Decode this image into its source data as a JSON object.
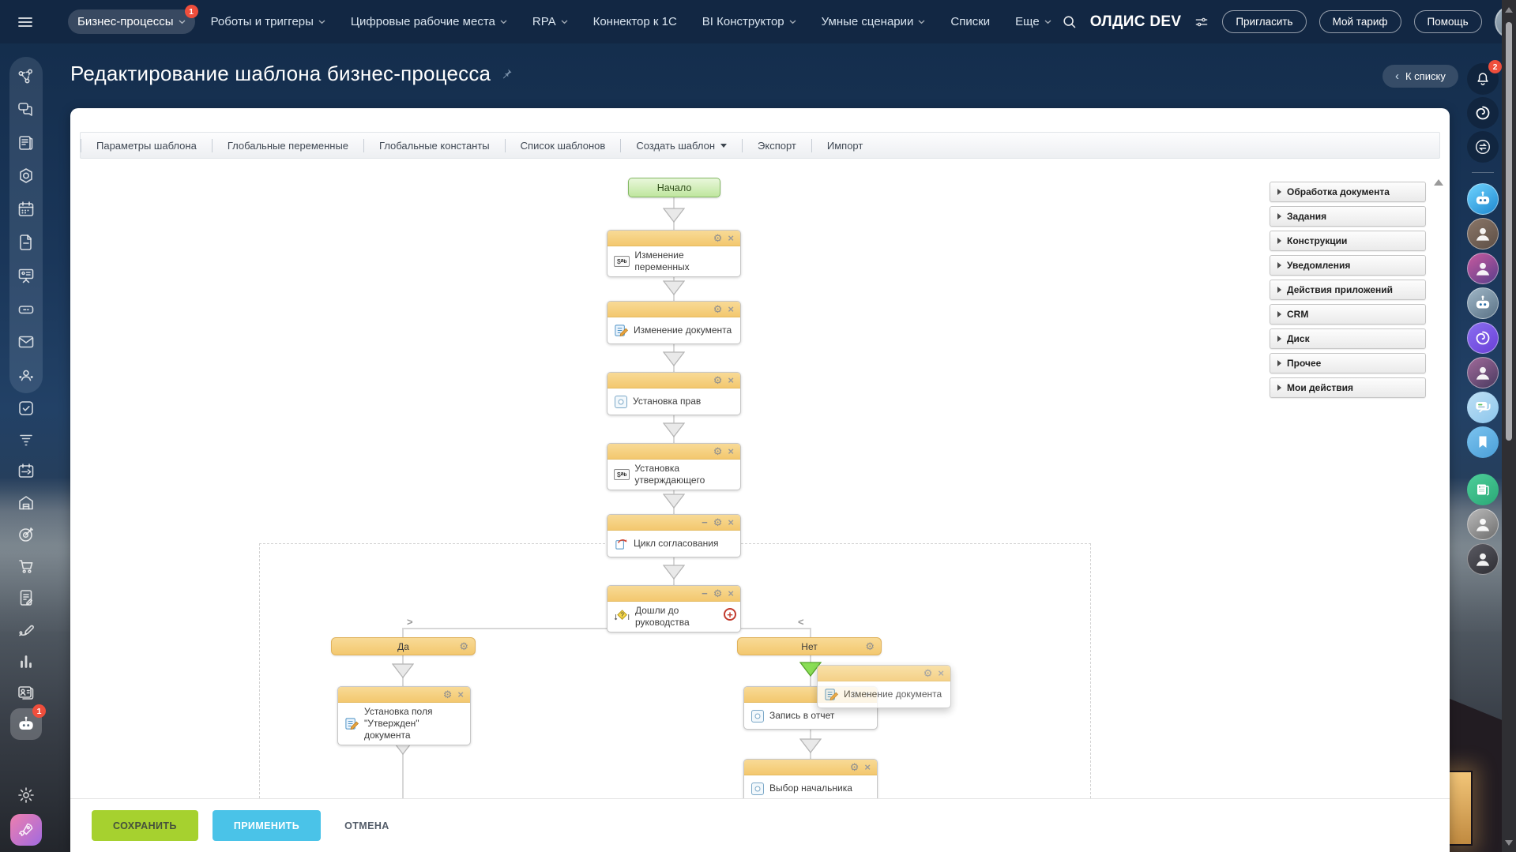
{
  "topbar": {
    "menu": [
      {
        "label": "Бизнес-процессы",
        "badge": "1",
        "active": true,
        "caret": true
      },
      {
        "label": "Роботы и триггеры",
        "caret": true
      },
      {
        "label": "Цифровые рабочие места",
        "caret": true
      },
      {
        "label": "RPA",
        "caret": true
      },
      {
        "label": "Коннектор к 1С",
        "caret": false
      },
      {
        "label": "BI Конструктор",
        "caret": true
      },
      {
        "label": "Умные сценарии",
        "caret": true
      },
      {
        "label": "Списки",
        "caret": false
      },
      {
        "label": "Еще",
        "caret": true
      }
    ],
    "portal_name": "ОЛДИС DEV",
    "buttons": [
      "Пригласить",
      "Мой тариф",
      "Помощь"
    ],
    "icons": [
      "menu-icon",
      "search-icon",
      "filter-settings-icon",
      "user-avatar"
    ]
  },
  "header": {
    "title": "Редактирование шаблона бизнес-процесса",
    "back_button": "К списку",
    "notifications_badge": "2"
  },
  "toolbar": {
    "items": [
      {
        "label": "Параметры шаблона"
      },
      {
        "label": "Глобальные переменные"
      },
      {
        "label": "Глобальные константы"
      },
      {
        "label": "Список шаблонов"
      },
      {
        "label": "Создать шаблон",
        "caret": true
      },
      {
        "label": "Экспорт"
      },
      {
        "label": "Импорт"
      }
    ]
  },
  "flowchart": {
    "start_label": "Начало",
    "main_nodes": [
      {
        "label": "Изменение переменных",
        "icon": "variables-icon"
      },
      {
        "label": "Изменение документа",
        "icon": "edit-document-icon"
      },
      {
        "label": "Установка прав",
        "icon": "permissions-icon"
      },
      {
        "label": "Установка утверждающего",
        "icon": "variables-icon"
      },
      {
        "label": "Цикл согласования",
        "icon": "approval-cycle-icon",
        "minimizable": true
      },
      {
        "label": "Дошли до руководства",
        "icon": "condition-icon",
        "minimizable": true,
        "add_branch": true
      }
    ],
    "branch_yes": "Да",
    "branch_no": "Нет",
    "yes_nodes": [
      {
        "label": "Установка поля \"Утвержден\" документа",
        "icon": "edit-document-icon"
      }
    ],
    "no_nodes": [
      {
        "label": "Запись в отчет",
        "icon": "permissions-icon"
      },
      {
        "label": "Выбор начальника",
        "icon": "permissions-icon"
      }
    ],
    "dragging_node": {
      "label": "Изменение документа",
      "icon": "edit-document-icon"
    }
  },
  "palette": {
    "categories": [
      "Обработка документа",
      "Задания",
      "Конструкции",
      "Уведомления",
      "Действия приложений",
      "CRM",
      "Диск",
      "Прочее",
      "Мои действия"
    ]
  },
  "footer": {
    "save": "СОХРАНИТЬ",
    "apply": "ПРИМЕНИТЬ",
    "cancel": "ОТМЕНА"
  },
  "left_sidebar": {
    "group_icons": [
      "network-icon",
      "messenger-icon",
      "feed-icon",
      "workgroups-icon",
      "calendar-icon",
      "docs-icon",
      "whiteboard-icon",
      "drive-icon",
      "mail-icon",
      "team-icon"
    ],
    "loose_icons": [
      "tasks-icon",
      "crm-funnel-icon",
      "booking-icon",
      "warehouse-icon",
      "marketing-icon",
      "shop-icon",
      "contract-icon",
      "sign-icon",
      "bi-chart-icon",
      "contacts-icon"
    ],
    "ai_badge": "1"
  },
  "right_rail": {
    "top_icons": [
      "copilot-icon",
      "sync-icon"
    ],
    "avatars": [
      "robot-avatar",
      "user-avatar-1",
      "user-avatar-2",
      "robot-avatar-2",
      "copilot-purple-icon",
      "user-avatar-3",
      "chat-widget-icon",
      "bookmark-widget-icon",
      "news-widget-icon",
      "user-avatar-4",
      "user-avatar-5"
    ]
  },
  "colors": {
    "topbar_bg": "#122742",
    "node_header": "#f6cf82",
    "start_node_green": "#c9e9ad",
    "save_button": "#a6d12f",
    "apply_button": "#4ac3e8",
    "badge_red": "#ef4e3c"
  }
}
